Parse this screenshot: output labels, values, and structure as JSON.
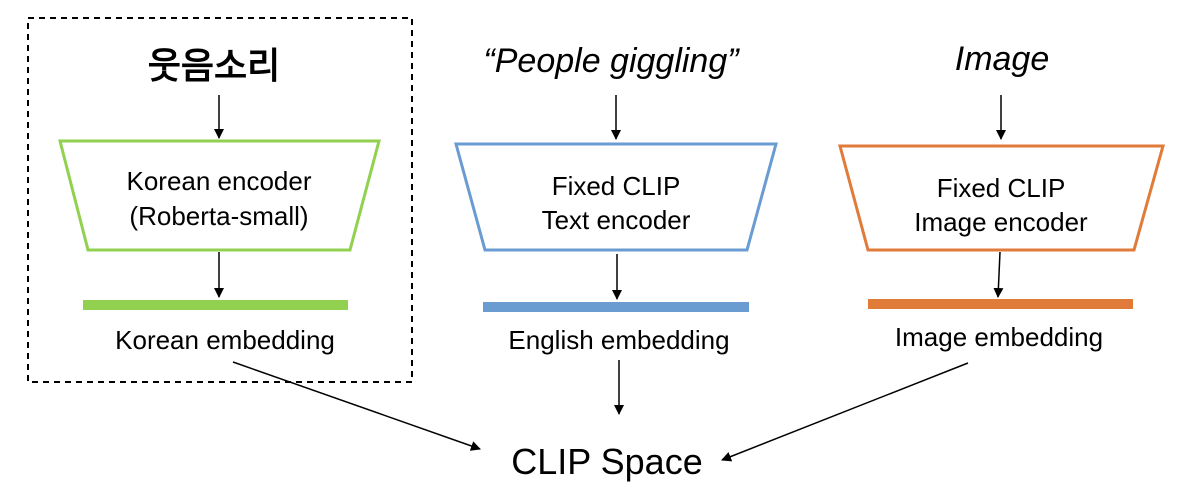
{
  "columns": [
    {
      "input": "웃음소리",
      "encoder_lines": [
        "Korean encoder",
        "(Roberta-small)"
      ],
      "embedding": "Korean embedding",
      "color": "#92D050"
    },
    {
      "input": "“People giggling”",
      "encoder_lines": [
        "Fixed CLIP",
        "Text encoder"
      ],
      "embedding": "English embedding",
      "color": "#6A9BD1"
    },
    {
      "input": "Image",
      "encoder_lines": [
        "Fixed CLIP",
        "Image encoder"
      ],
      "embedding": "Image embedding",
      "color": "#E07B39"
    }
  ],
  "output": "CLIP Space"
}
